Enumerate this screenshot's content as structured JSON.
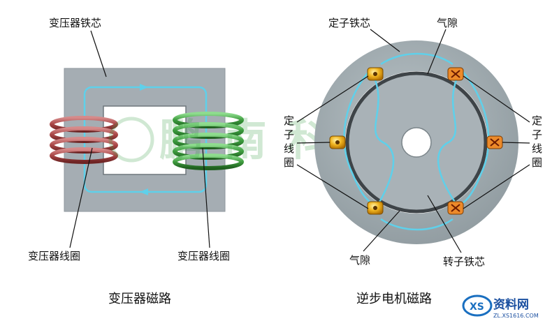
{
  "transformer": {
    "core_label": "变压器铁芯",
    "left_coil_label": "变压器线圈",
    "right_coil_label": "变压器线圈",
    "caption": "变压器磁路"
  },
  "motor": {
    "stator_core_label": "定子铁芯",
    "air_gap_top_label": "气隙",
    "air_gap_bottom_label": "气隙",
    "rotor_core_label": "转子铁芯",
    "stator_coil_left": [
      "定",
      "子",
      "线",
      "圈"
    ],
    "stator_coil_right": [
      "定",
      "子",
      "线",
      "圈"
    ],
    "caption": "逆步电机磁路"
  },
  "watermark": {
    "center_text": "鹏 南 科 艺",
    "brand": "资料网",
    "url": "ZL.XS1616.COM"
  },
  "colors": {
    "core_gray": "#a5adb3",
    "flux_cyan": "#5fd0ea",
    "coil_red": "#a84545",
    "coil_green": "#3e9b3e",
    "coil_yellow": "#e8a814",
    "coil_orange": "#ec8a2a"
  }
}
